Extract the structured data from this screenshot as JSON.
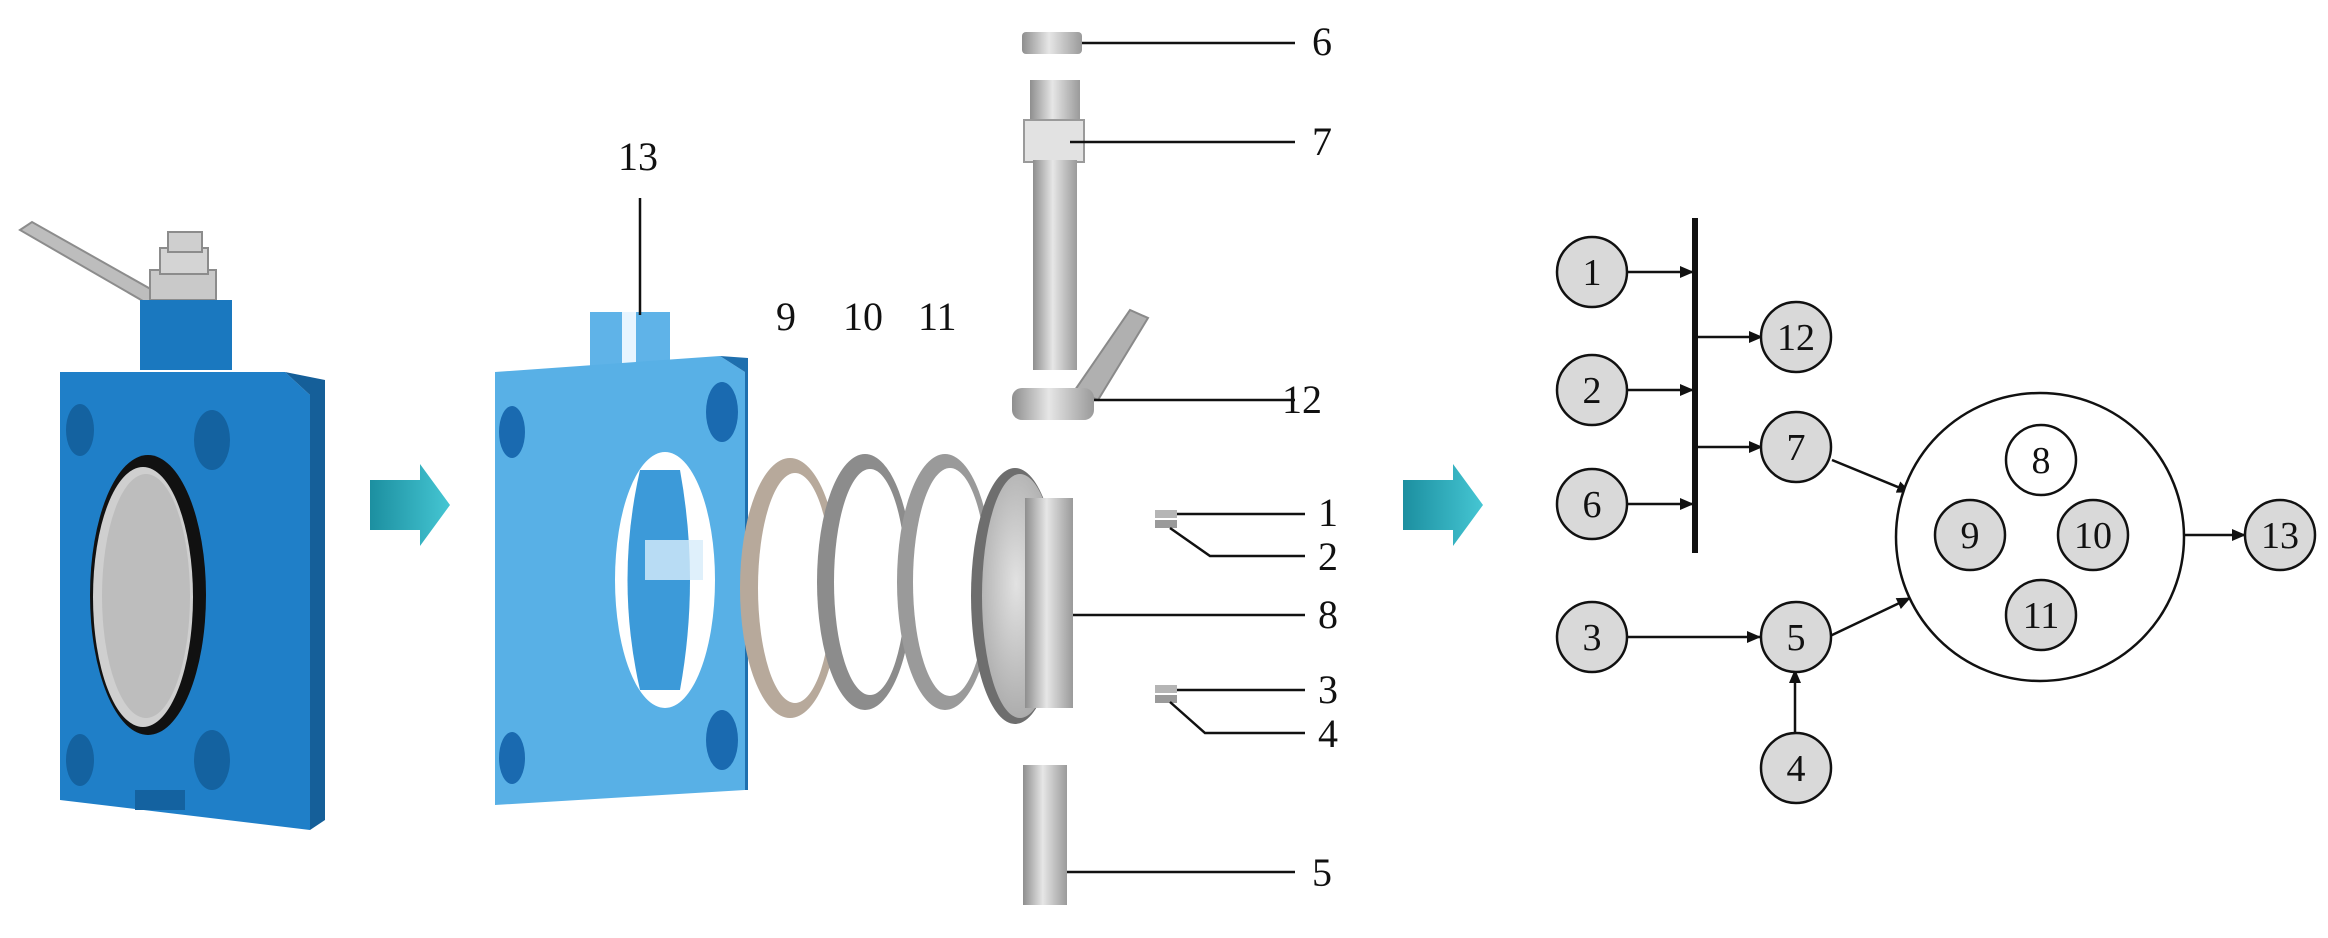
{
  "colors": {
    "valve_blue": "#1f7fc8",
    "valve_blue_light": "#5fb3e8",
    "node_fill": "#d9d9d9",
    "arrow_teal": "#2aa9b8"
  },
  "exploded_view": {
    "callouts": {
      "c1": "1",
      "c2": "2",
      "c3": "3",
      "c4": "4",
      "c5": "5",
      "c6": "6",
      "c7": "7",
      "c8": "8",
      "c9": "9",
      "c10": "10",
      "c11": "11",
      "c12": "12",
      "c13": "13"
    }
  },
  "flow_diagram": {
    "nodes": {
      "n1": "1",
      "n2": "2",
      "n3": "3",
      "n4": "4",
      "n5": "5",
      "n6": "6",
      "n7": "7",
      "n8": "8",
      "n9": "9",
      "n10": "10",
      "n11": "11",
      "n12": "12",
      "n13": "13"
    }
  }
}
